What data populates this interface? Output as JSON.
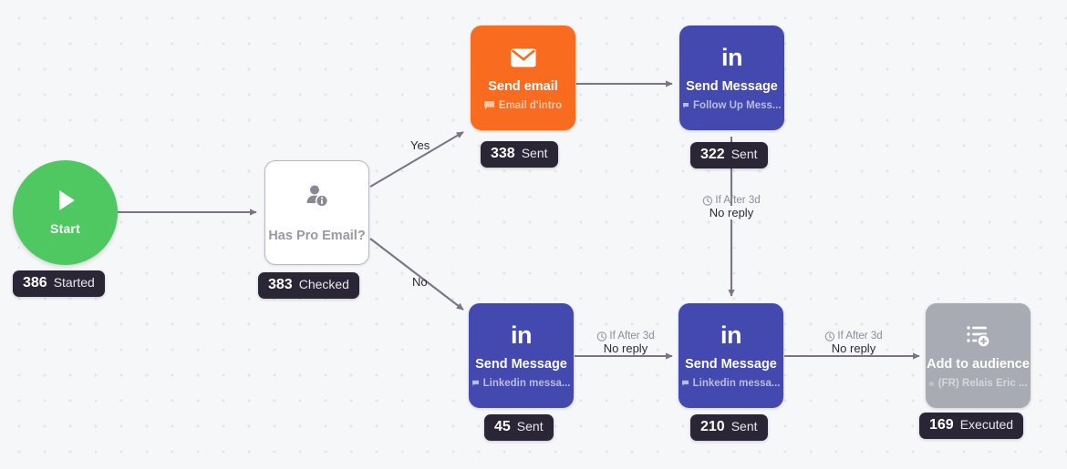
{
  "canvas": {
    "background": "#f6f7f9",
    "dot_color": "#e3e4ea"
  },
  "nodes": [
    {
      "id": "start",
      "type": "start",
      "icon": "play-icon",
      "title": "Start",
      "color": "#50c862",
      "badge": {
        "count": "386",
        "label": "Started"
      }
    },
    {
      "id": "has-pro-email",
      "type": "condition",
      "icon": "person-info-icon",
      "title": "Has Pro Email?",
      "color": "#ffffff",
      "badge": {
        "count": "383",
        "label": "Checked"
      }
    },
    {
      "id": "send-email",
      "type": "email",
      "icon": "envelope-icon",
      "title": "Send email",
      "subtitle": "Email d'intro",
      "subtitle_icon": "speech-bubble-icon",
      "color": "#f96c20",
      "badge": {
        "count": "338",
        "label": "Sent"
      }
    },
    {
      "id": "send-message-followup",
      "type": "linkedin",
      "icon": "linkedin-icon",
      "title": "Send Message",
      "subtitle": "Follow Up Mess...",
      "subtitle_icon": "speech-bubble-icon",
      "color": "#4349ae",
      "badge": {
        "count": "322",
        "label": "Sent"
      }
    },
    {
      "id": "send-message-linkedin-1",
      "type": "linkedin",
      "icon": "linkedin-icon",
      "title": "Send Message",
      "subtitle": "Linkedin messa...",
      "subtitle_icon": "speech-bubble-icon",
      "color": "#4349ae",
      "badge": {
        "count": "45",
        "label": "Sent"
      }
    },
    {
      "id": "send-message-linkedin-2",
      "type": "linkedin",
      "icon": "linkedin-icon",
      "title": "Send Message",
      "subtitle": "Linkedin messa...",
      "subtitle_icon": "speech-bubble-icon",
      "color": "#4349ae",
      "badge": {
        "count": "210",
        "label": "Sent"
      }
    },
    {
      "id": "add-to-audience",
      "type": "audience",
      "icon": "list-add-icon",
      "title": "Add to audience",
      "subtitle": "(FR) Relais Eric ...",
      "subtitle_icon": "target-icon",
      "color": "#a8abb3",
      "badge": {
        "count": "169",
        "label": "Executed"
      }
    }
  ],
  "edges": [
    {
      "id": "start-to-cond",
      "label": ""
    },
    {
      "id": "cond-yes",
      "label": "Yes"
    },
    {
      "id": "cond-no",
      "label": "No"
    },
    {
      "id": "email-to-followup",
      "label": ""
    },
    {
      "id": "followup-to-linkedin2",
      "condition": "If After 3d",
      "label": "No reply",
      "condition_icon": "clock-icon"
    },
    {
      "id": "linkedin1-to-linkedin2",
      "condition": "If After 3d",
      "label": "No reply",
      "condition_icon": "clock-icon"
    },
    {
      "id": "linkedin2-to-audience",
      "condition": "If After 3d",
      "label": "No reply",
      "condition_icon": "clock-icon"
    }
  ],
  "linkedin_logo_text": "in"
}
